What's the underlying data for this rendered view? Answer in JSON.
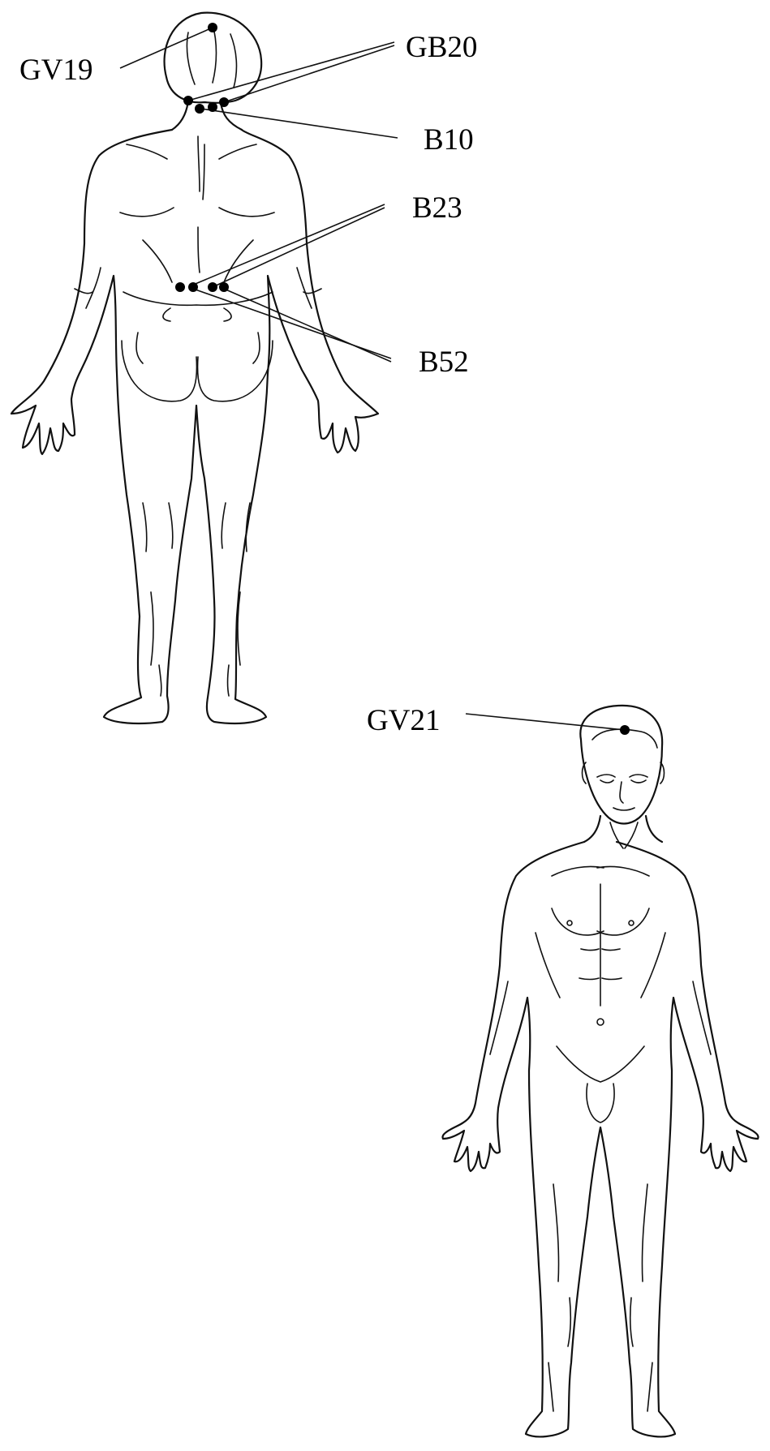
{
  "labels": {
    "gv19": "GV19",
    "gb20": "GB20",
    "b10": "B10",
    "b23": "B23",
    "b52": "B52",
    "gv21": "GV21"
  },
  "colors": {
    "ink": "#111111",
    "background": "#ffffff"
  }
}
